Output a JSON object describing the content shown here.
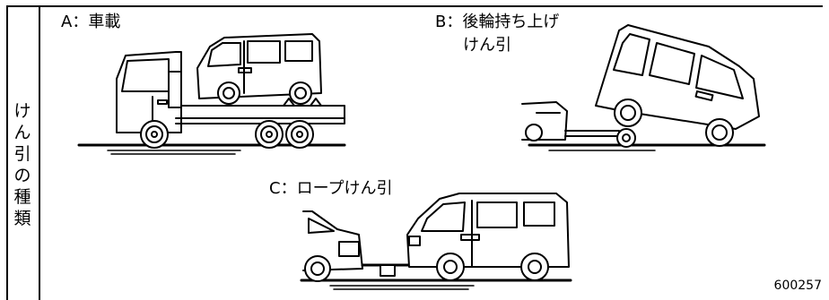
{
  "side_label": [
    "け",
    "ん",
    "引",
    "の",
    "種",
    "類"
  ],
  "captions": {
    "a": "A：車載",
    "b_line1": "B：後輪持ち上げ",
    "b_line2": "けん引",
    "c": "C：ロープけん引"
  },
  "figure_code": "600257",
  "icons": [
    "flatbed-truck-with-van",
    "tow-truck-lifting-van",
    "car-towing-van-by-rope"
  ]
}
